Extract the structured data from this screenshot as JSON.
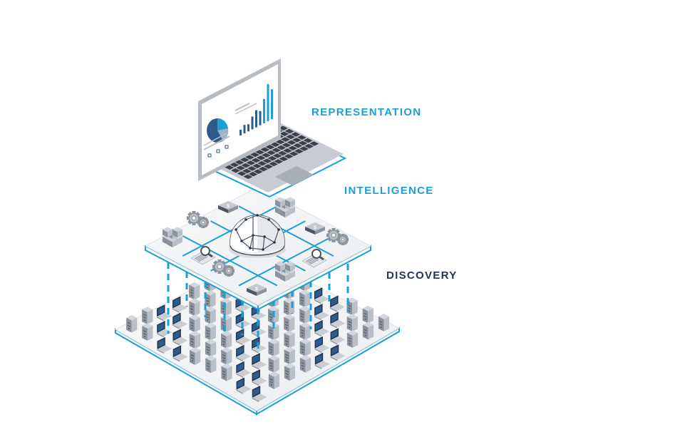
{
  "layers": [
    {
      "id": "representation",
      "label": "REPRESENTATION",
      "color": "#1a9fd6"
    },
    {
      "id": "intelligence",
      "label": "INTELLIGENCE",
      "color": "#1a9fd6"
    },
    {
      "id": "discovery",
      "label": "DISCOVERY",
      "color": "#22344f"
    }
  ],
  "colors": {
    "accent": "#1a9fd6",
    "dark": "#22344f",
    "platform": "#f3f4f6",
    "device_light": "#b9bfc7",
    "device_mid": "#8a929c",
    "device_dark": "#4d5560",
    "screen": "#2d5b8c"
  },
  "icons": {
    "laptop": "laptop-icon",
    "brain": "globe-brain-icon",
    "gear": "gear-icon",
    "cube": "cube-stack-icon",
    "magnifier": "magnifier-icon",
    "server": "server-icon",
    "desktop": "desktop-laptop-icon"
  }
}
